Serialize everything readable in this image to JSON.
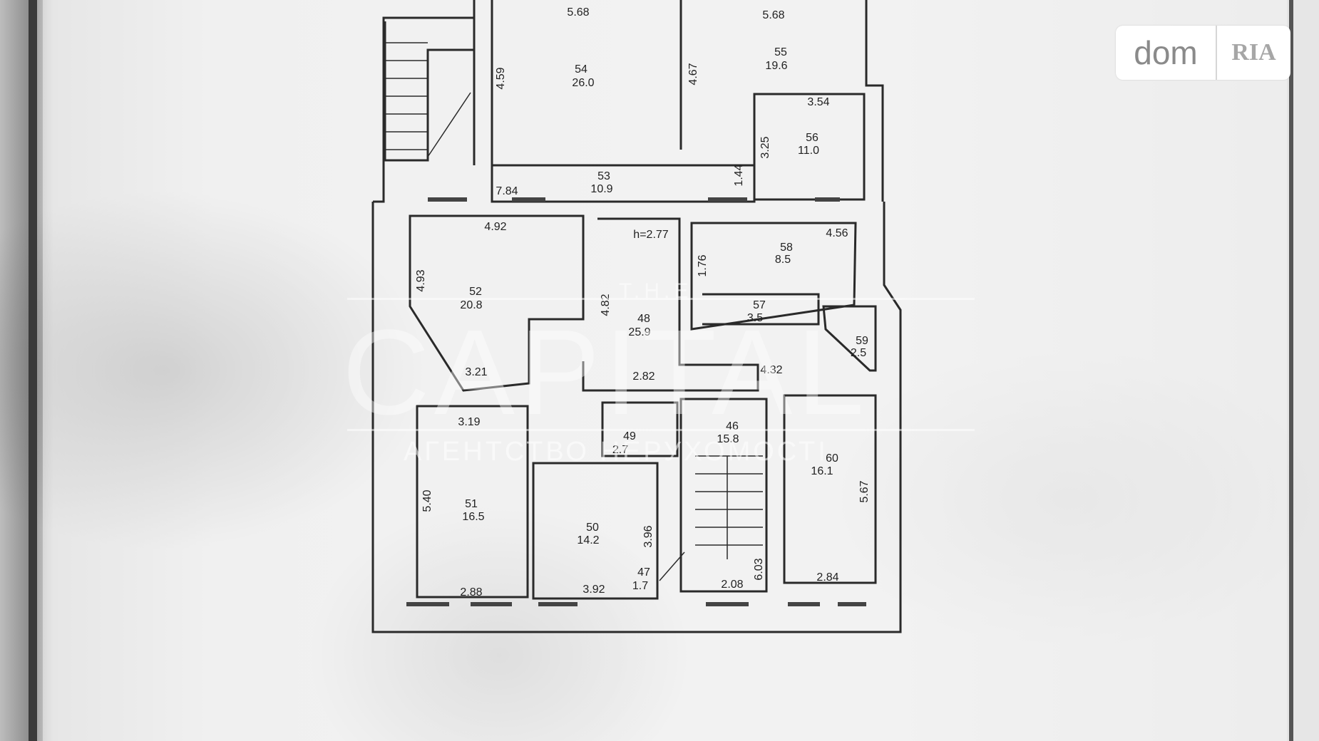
{
  "watermark": {
    "top": "T.H.E",
    "main": "CAPITAL",
    "sub": "АГЕНТСТВО НЕРУХОМОСТІ"
  },
  "logo": {
    "dom": "dom",
    "ria": "RIA"
  },
  "plan": {
    "height_label": "h=2.77",
    "rooms": [
      {
        "num": "54",
        "area": "26.0"
      },
      {
        "num": "55",
        "area": "19.6"
      },
      {
        "num": "56",
        "area": "11.0"
      },
      {
        "num": "53",
        "area": "10.9"
      },
      {
        "num": "52",
        "area": "20.8"
      },
      {
        "num": "48",
        "area": "25.9"
      },
      {
        "num": "58",
        "area": "8.5"
      },
      {
        "num": "57",
        "area": "3.5"
      },
      {
        "num": "59",
        "area": "2.5"
      },
      {
        "num": "51",
        "area": "16.5"
      },
      {
        "num": "49",
        "area": "2.7"
      },
      {
        "num": "50",
        "area": "14.2"
      },
      {
        "num": "47",
        "area": "1.7"
      },
      {
        "num": "46",
        "area": "15.8"
      },
      {
        "num": "60",
        "area": "16.1"
      }
    ],
    "dimensions": [
      "5.68",
      "5.68",
      "4.59",
      "4.67",
      "3.54",
      "3.25",
      "7.84",
      "1.44",
      "4.92",
      "4.93",
      "3.21",
      "4.82",
      "2.82",
      "1.76",
      "4.56",
      "4.32",
      "3.19",
      "5.40",
      "2.88",
      "3.92",
      "3.96",
      "2.08",
      "6.03",
      "2.84",
      "5.67"
    ]
  }
}
